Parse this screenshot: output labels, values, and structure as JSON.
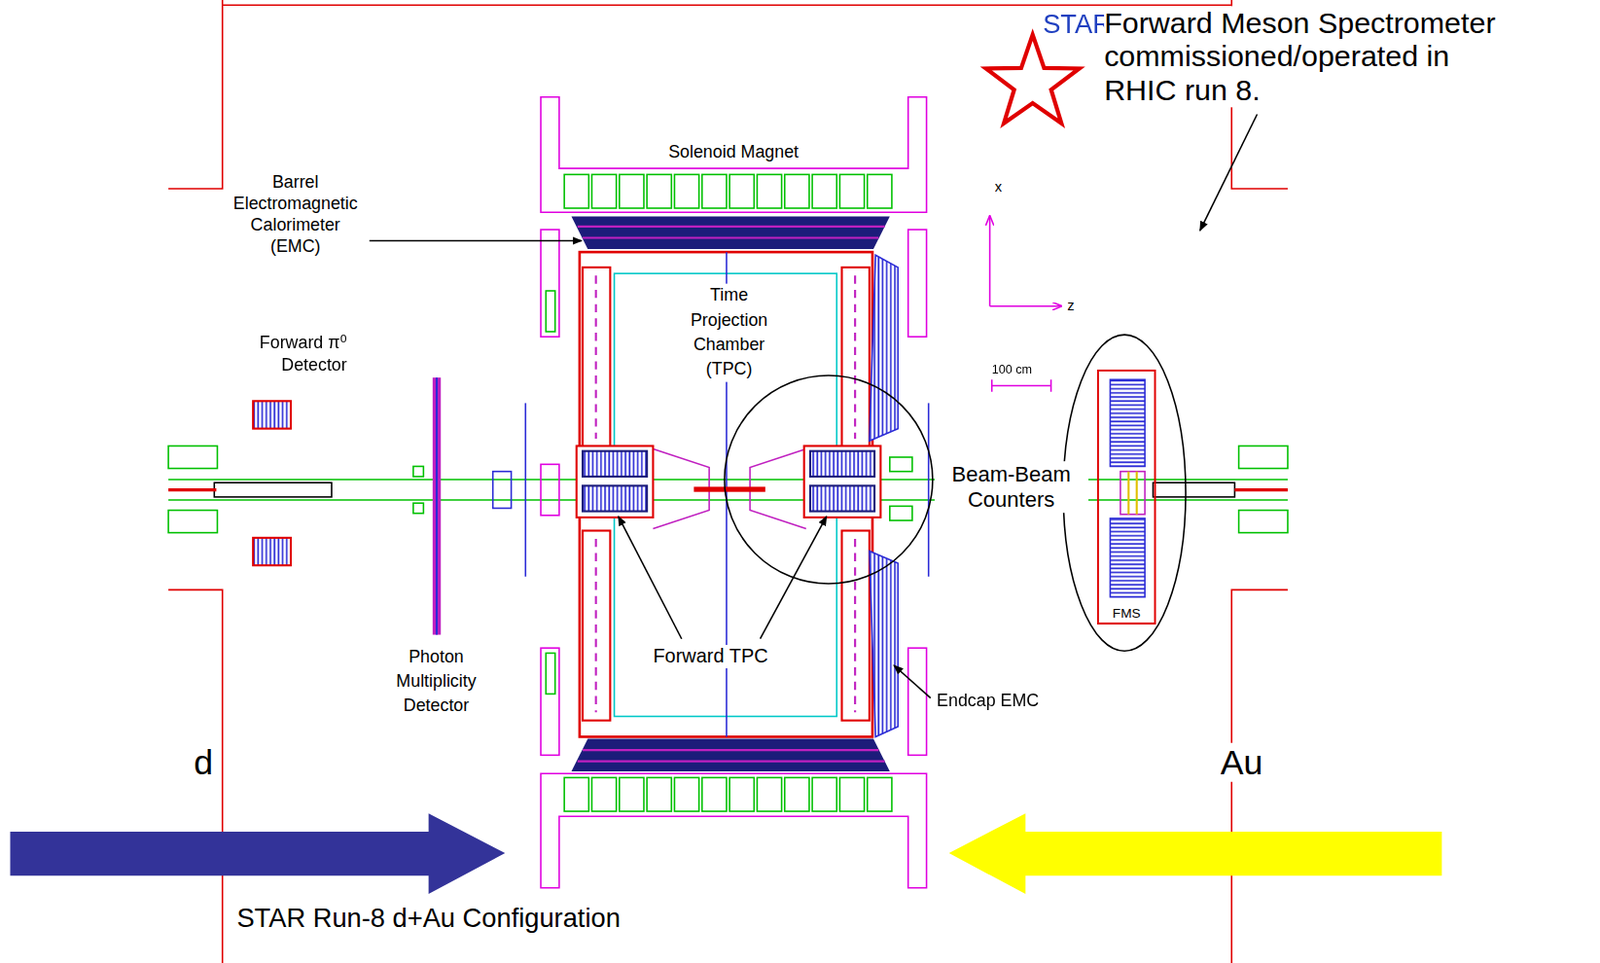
{
  "diagram": {
    "caption": "STAR Run-8 d+Au Configuration",
    "nodes": [
      {
        "text": [
          "FMS"
        ]
      }
    ],
    "labels": [
      "STAR",
      "Solenoid Magnet",
      "Barrel Electromagnetic Calorimeter (EMC)",
      "Time Projection Chamber (TPC)",
      "Forward π⁰ Detector",
      "x",
      "z",
      "100 cm",
      "Forward Meson Spectrometer commissioned/operated in RHIC run 8.",
      "Beam-Beam Counters",
      "Forward TPC",
      "Photon Multiplicity Detector",
      "Endcap EMC",
      "d",
      "Au"
    ]
  }
}
